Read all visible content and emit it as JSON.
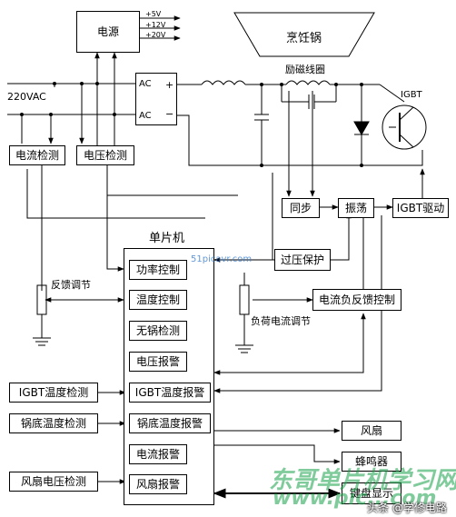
{
  "power": {
    "title": "电源",
    "outputs": [
      "+5V",
      "+12V",
      "+20V"
    ]
  },
  "cookware": "烹饪锅",
  "coil_label": "励磁线圈",
  "igbt_label": "IGBT",
  "mains_label": "220VAC",
  "rectifier": {
    "ac1": "AC",
    "ac2": "AC",
    "plus": "+",
    "minus": "−"
  },
  "sense": {
    "current": "电流检测",
    "voltage": "电压检测"
  },
  "drive_chain": {
    "sync": "同步",
    "osc": "振荡",
    "driver": "IGBT驱动"
  },
  "protection": {
    "overvoltage": "过压保护",
    "current_feedback": "电流负反馈控制"
  },
  "mcu": {
    "title": "单片机",
    "blocks": [
      "功率控制",
      "温度控制",
      "无锅检测",
      "电压报警",
      "IGBT温度报警",
      "锅底温度报警",
      "电流报警",
      "风扇报警"
    ]
  },
  "adjust": {
    "feedback": "反馈调节",
    "load_current": "负荷电流调节"
  },
  "inputs": [
    "IGBT温度检测",
    "锅底温度检测",
    "风扇电压检测"
  ],
  "outputs": [
    "风扇",
    "蜂鸣器",
    "键盘显示"
  ],
  "watermark": {
    "site_small": "51picavr.com",
    "site_big": "东哥单片机学习网",
    "url": "www.pic...com"
  },
  "credit": "头条 @学修电路"
}
